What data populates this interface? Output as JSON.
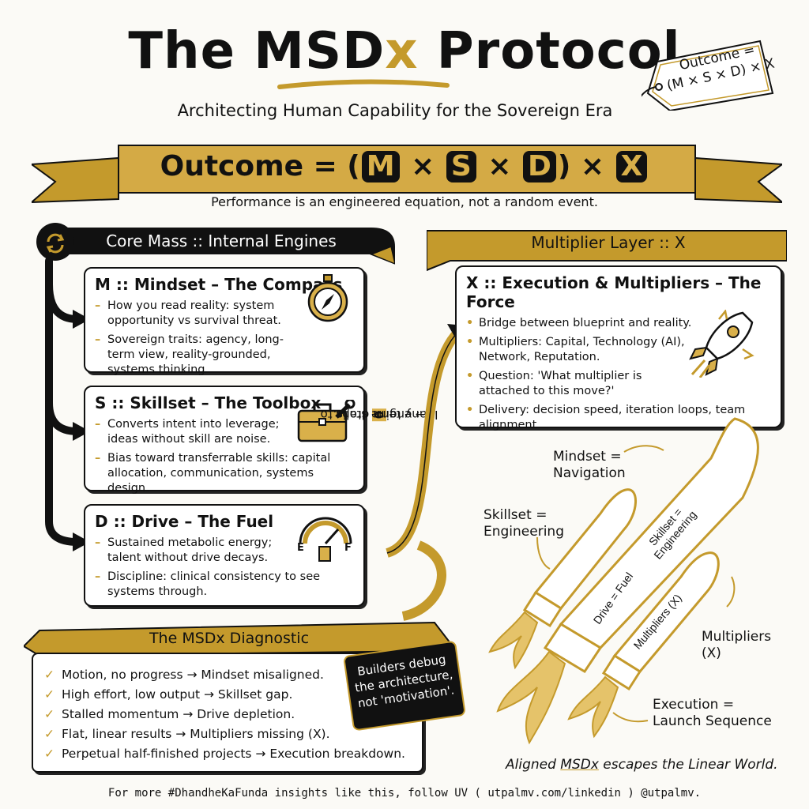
{
  "header": {
    "title_pre": "The ",
    "title_msd": "MSD",
    "title_x": "x",
    "title_post": " Protocol",
    "subtitle": "Architecting Human Capability for the Sovereign Era",
    "tag_line1": "Outcome =",
    "tag_line2": "(M × S × D) × X"
  },
  "formula": {
    "lead": "Outcome = (",
    "m": "M",
    "s": "S",
    "d": "D",
    "x": "X",
    "times": "×",
    "close": ")",
    "tagline": "Performance is an engineered equation, not a random event."
  },
  "core": {
    "header": "Core Mass :: Internal Engines",
    "cards": [
      {
        "title": "M :: Mindset – The Compass",
        "bullets": [
          "How you read reality: system opportunity vs survival threat.",
          "Sovereign traits: agency, long-term view, reality-grounded, systems thinking."
        ]
      },
      {
        "title": "S :: Skillset – The Toolbox",
        "bullets": [
          "Converts intent into leverage; ideas without skill are noise.",
          "Bias toward transferrable skills: capital allocation, communication, systems design."
        ]
      },
      {
        "title": "D :: Drive – The Fuel",
        "bullets": [
          "Sustained metabolic energy; talent without drive decays.",
          "Discipline: clinical consistency to see systems through."
        ]
      }
    ],
    "gauge_e": "E",
    "gauge_f": "F"
  },
  "vertical_note": {
    "pre": "If any term drops to ",
    "zero": "0",
    "post": " → engine stalls."
  },
  "multiplier": {
    "header": "Multiplier Layer :: X",
    "title": "X :: Execution & Multipliers – The Force",
    "bullets": [
      "Bridge between blueprint and reality.",
      "Multipliers: Capital, Technology (AI), Network, Reputation.",
      "Question: 'What multiplier is attached to this move?'",
      "Delivery: decision speed, iteration loops, team alignment."
    ]
  },
  "rocket": {
    "mindset": [
      "Mindset =",
      "Navigation"
    ],
    "skillset": [
      "Skillset =",
      "Engineering"
    ],
    "multipliers": [
      "Multipliers",
      "(X)"
    ],
    "execution": [
      "Execution =",
      "Launch Sequence"
    ],
    "body_skill": [
      "Skillset =",
      "Engineering"
    ],
    "body_drive": "Drive = Fuel",
    "body_mult": "Multipliers (X)"
  },
  "diagnostic": {
    "header": "The MSDx Diagnostic",
    "items": [
      "Motion, no progress → Mindset misaligned.",
      "High effort, low output → Skillset gap.",
      "Stalled momentum → Drive depletion.",
      "Flat, linear results → Multipliers missing (X).",
      "Perpetual half-finished projects → Execution breakdown."
    ],
    "builders": [
      "Builders debug",
      "the architecture,",
      "not 'motivation'."
    ]
  },
  "closing": {
    "pre": "Aligned ",
    "msdx": "MSDx",
    "post": " escapes the Linear World."
  },
  "footer": "For more #DhandheKaFunda insights like this, follow UV ( utpalmv.com/linkedin ) @utpalmv.",
  "colors": {
    "gold": "#c49a2c",
    "ink": "#111111",
    "paper": "#fbfaf6"
  },
  "icons": [
    "refresh-icon",
    "compass-icon",
    "toolbox-icon",
    "fuel-gauge-icon",
    "rocket-icon"
  ]
}
